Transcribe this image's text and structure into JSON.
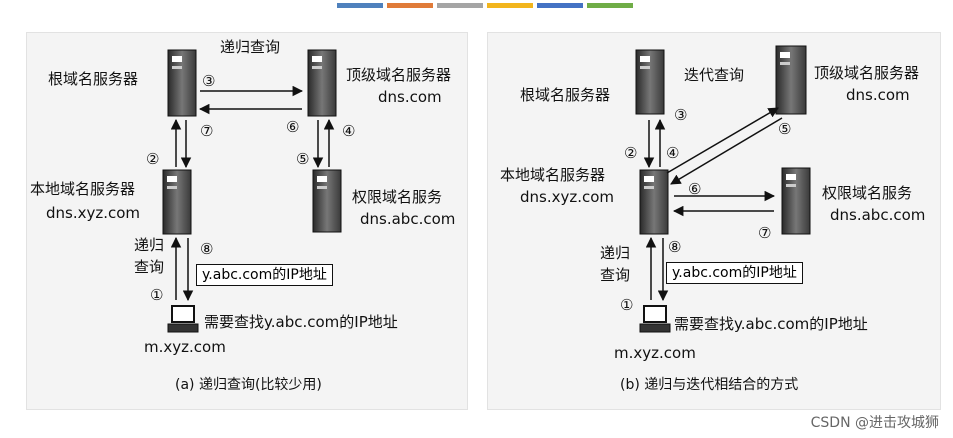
{
  "accent_colors": [
    "#4f81bd",
    "#e07b39",
    "#a5a5a5",
    "#f2b51d",
    "#4472c4",
    "#70ad47"
  ],
  "left": {
    "title": "递归查询",
    "root_server": "根域名服务器",
    "tld_server": "顶级域名服务器",
    "tld_domain": "dns.com",
    "local_server": "本地域名服务器",
    "local_domain": "dns.xyz.com",
    "auth_server": "权限域名服务",
    "auth_domain": "dns.abc.com",
    "client_query_label": [
      "递归",
      "查询"
    ],
    "answer": "y.abc.com的IP地址",
    "need": "需要查找y.abc.com的IP地址",
    "host": "m.xyz.com",
    "steps": [
      "①",
      "②",
      "③",
      "④",
      "⑤",
      "⑥",
      "⑦",
      "⑧"
    ],
    "caption": "(a) 递归查询(比较少用)"
  },
  "right": {
    "title": "迭代查询",
    "root_server": "根域名服务器",
    "tld_server": "顶级域名服务器",
    "tld_domain": "dns.com",
    "local_server": "本地域名服务器",
    "local_domain": "dns.xyz.com",
    "auth_server": "权限域名服务",
    "auth_domain": "dns.abc.com",
    "client_query_label": [
      "递归",
      "查询"
    ],
    "answer": "y.abc.com的IP地址",
    "need": "需要查找y.abc.com的IP地址",
    "host": "m.xyz.com",
    "steps": [
      "①",
      "②",
      "③",
      "④",
      "⑤",
      "⑥",
      "⑦",
      "⑧"
    ],
    "caption": "(b) 递归与迭代相结合的方式"
  },
  "watermark": "CSDN @进击攻城狮"
}
